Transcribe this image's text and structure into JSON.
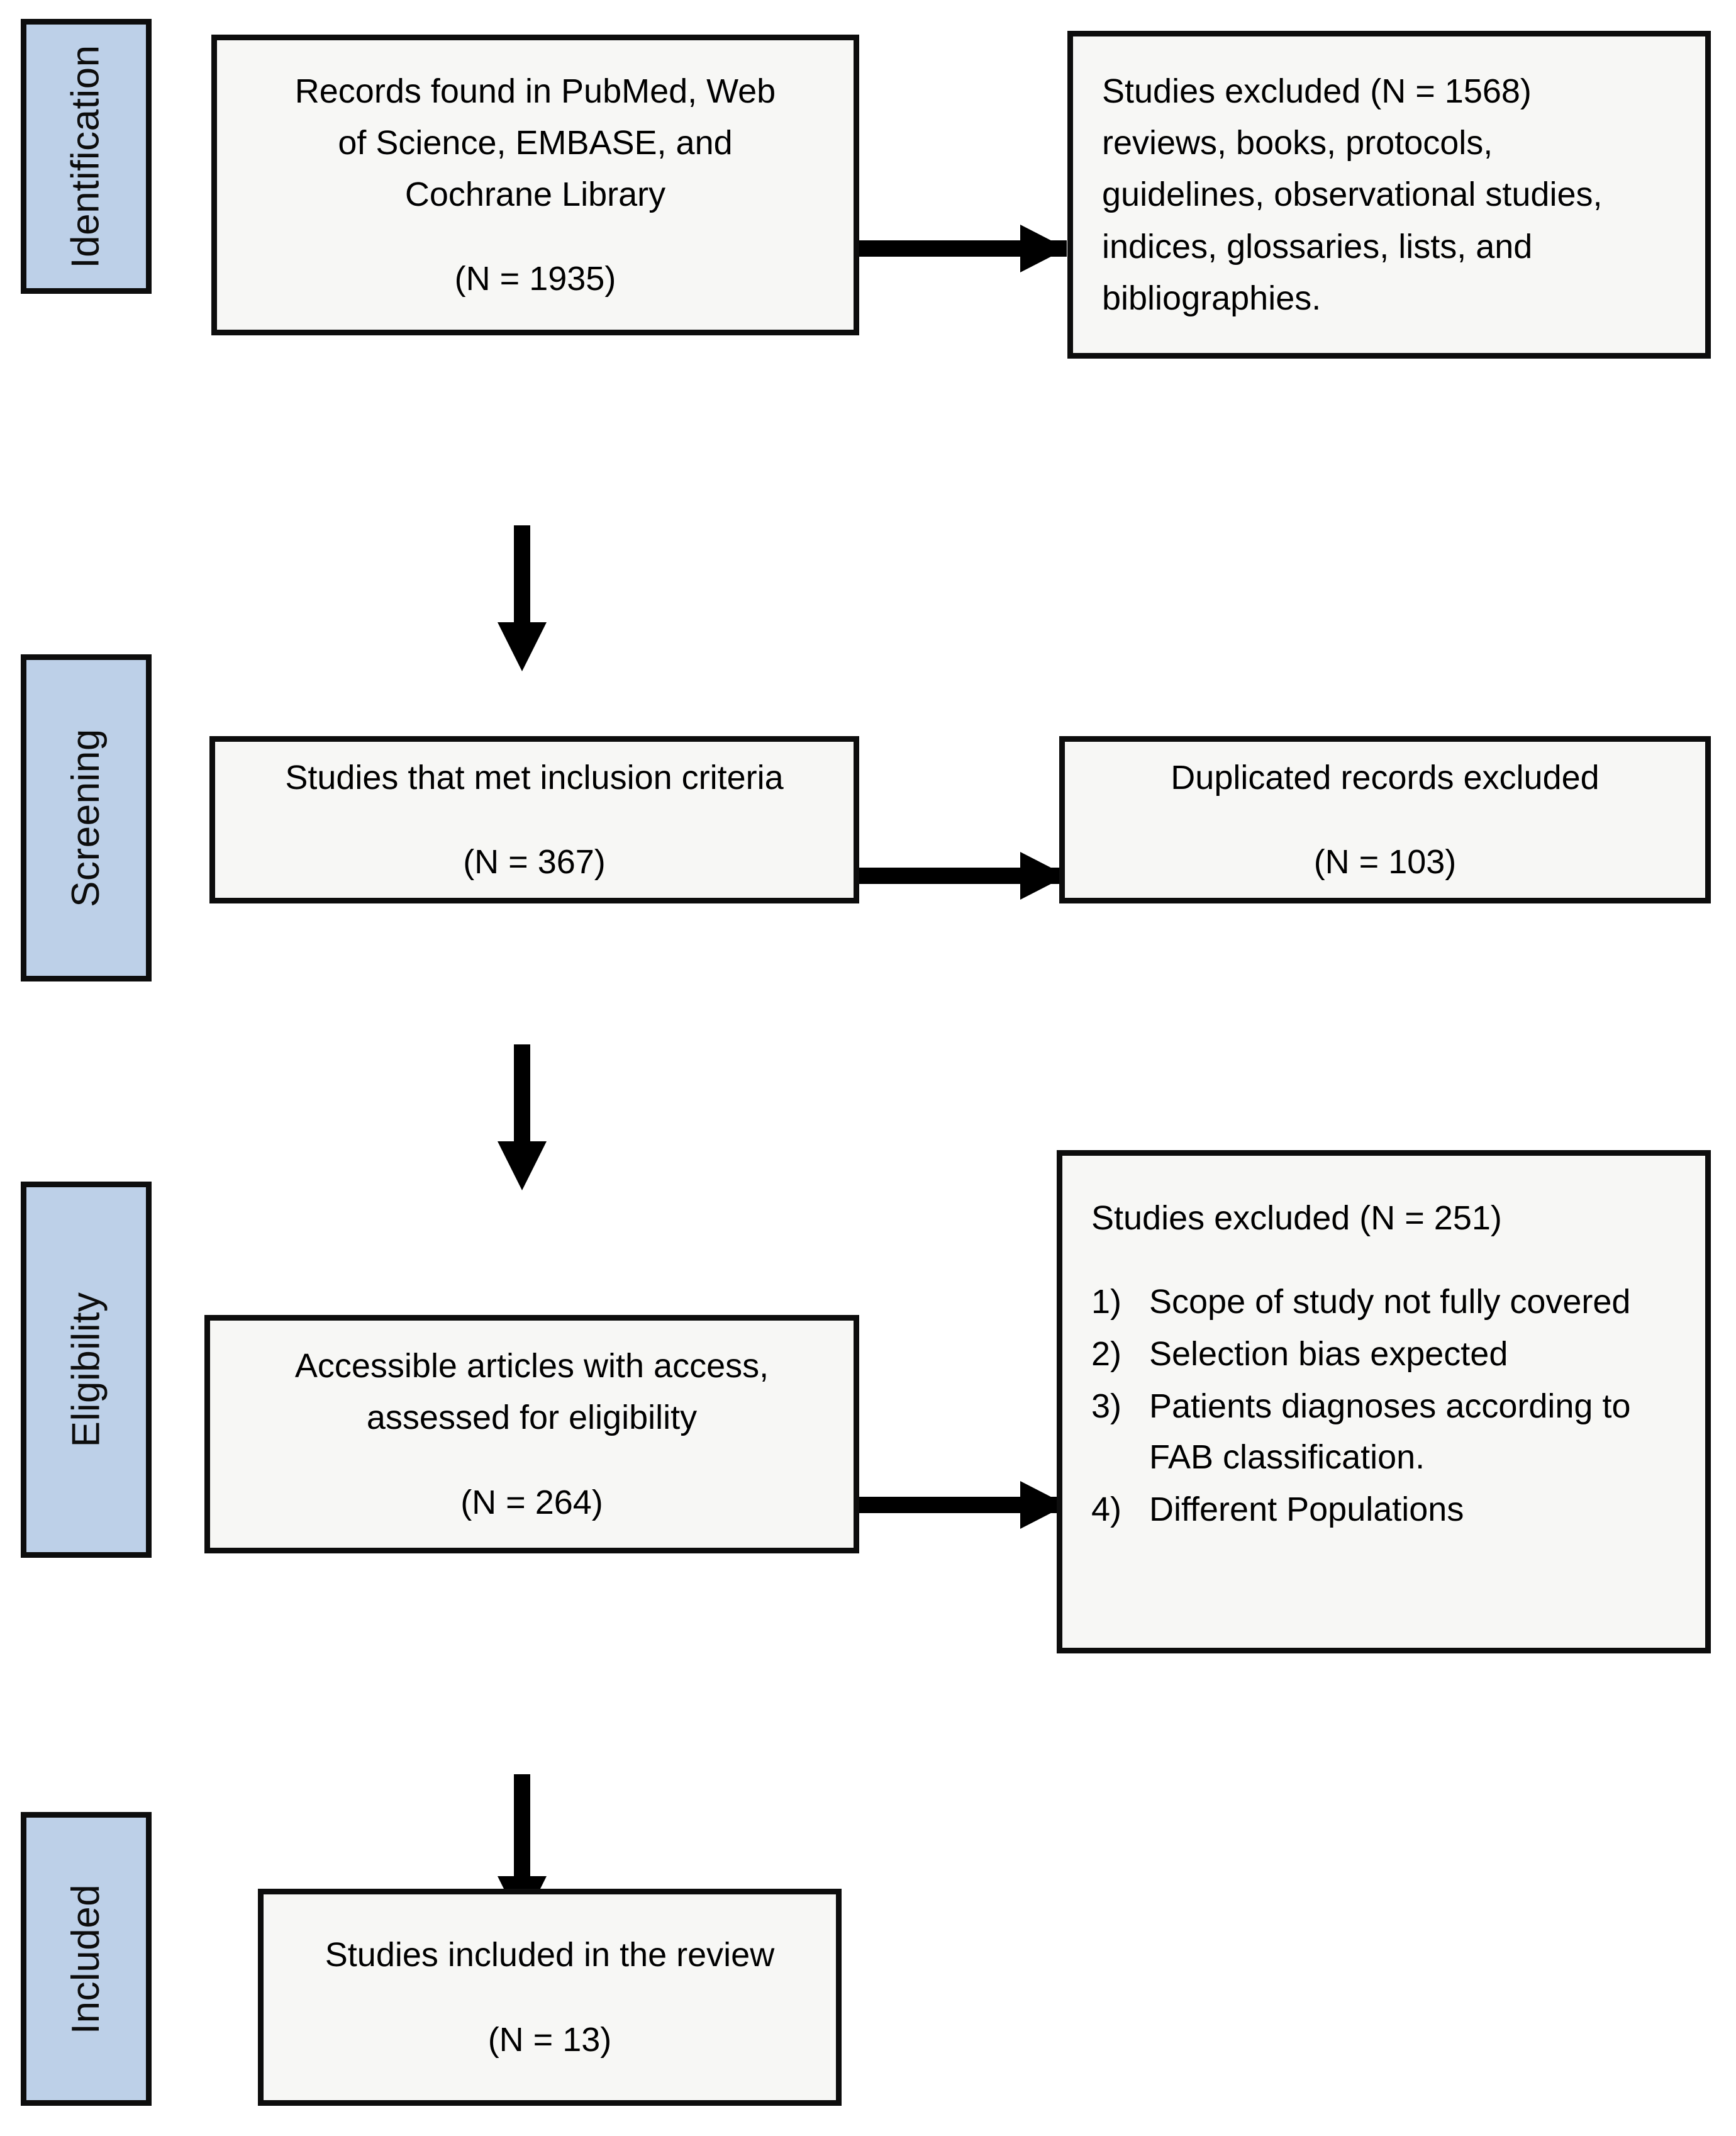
{
  "diagram": {
    "type": "prisma-flow-diagram",
    "colors": {
      "stage_label_fill": "#bdd0e8",
      "box_fill": "#f7f7f5",
      "stroke": "#0d0d0d",
      "arrow": "#000000",
      "page_background": "#ffffff"
    },
    "stages": [
      {
        "id": "identification",
        "label": "Identification"
      },
      {
        "id": "screening",
        "label": "Screening"
      },
      {
        "id": "eligibility",
        "label": "Eligibility"
      },
      {
        "id": "included",
        "label": "Included"
      }
    ],
    "boxes": {
      "records_found": {
        "lines": [
          "Records found in PubMed, Web",
          "of Science, EMBASE, and",
          "Cochrane Library"
        ],
        "count_text": "(N = 1935)",
        "count_value": 1935
      },
      "excluded_identification": {
        "lines": [
          "Studies excluded (N = 1568)",
          "reviews, books, protocols,",
          "guidelines, observational studies,",
          "indices, glossaries, lists, and",
          "bibliographies."
        ],
        "count_value": 1568
      },
      "met_inclusion": {
        "lines": [
          "Studies that met inclusion criteria"
        ],
        "count_text": "(N = 367)",
        "count_value": 367
      },
      "duplicates_excluded": {
        "lines": [
          "Duplicated records excluded"
        ],
        "count_text": "(N = 103)",
        "count_value": 103
      },
      "accessible_articles": {
        "lines": [
          "Accessible articles with access,",
          "assessed for eligibility"
        ],
        "count_text": "(N = 264)",
        "count_value": 264
      },
      "excluded_eligibility": {
        "heading": "Studies excluded (N = 251)",
        "count_value": 251,
        "reasons": [
          {
            "num": "1)",
            "text": "Scope of study not fully covered"
          },
          {
            "num": "2)",
            "text": "Selection bias expected"
          },
          {
            "num": "3)",
            "text": "Patients diagnoses according to FAB classification."
          },
          {
            "num": "4)",
            "text": "Different Populations"
          }
        ]
      },
      "included_review": {
        "lines": [
          "Studies included in the review"
        ],
        "count_text": "(N = 13)",
        "count_value": 13
      }
    },
    "connectors": [
      {
        "id": "id-to-excluded",
        "direction": "right",
        "from": "records_found",
        "to": "excluded_identification"
      },
      {
        "id": "id-to-screening",
        "direction": "down",
        "from": "records_found",
        "to": "met_inclusion"
      },
      {
        "id": "screening-to-dupes",
        "direction": "right",
        "from": "met_inclusion",
        "to": "duplicates_excluded"
      },
      {
        "id": "screening-to-elig",
        "direction": "down",
        "from": "met_inclusion",
        "to": "accessible_articles"
      },
      {
        "id": "elig-to-excluded",
        "direction": "right",
        "from": "accessible_articles",
        "to": "excluded_eligibility"
      },
      {
        "id": "elig-to-included",
        "direction": "down",
        "from": "accessible_articles",
        "to": "included_review"
      }
    ]
  }
}
